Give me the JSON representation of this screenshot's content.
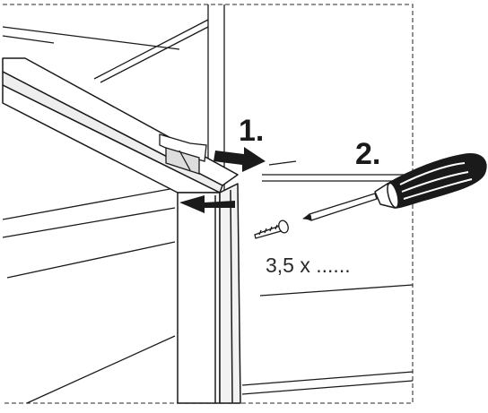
{
  "steps": {
    "step1_label": "1.",
    "step2_label": "2."
  },
  "screw": {
    "spec_label": "3,5 x ......"
  },
  "colors": {
    "line": "#1a1a1a",
    "hidden_line": "#555555",
    "fill_light": "#ffffff",
    "fill_shade": "#e6e6e6",
    "handle_dark": "#1a1a1a"
  }
}
